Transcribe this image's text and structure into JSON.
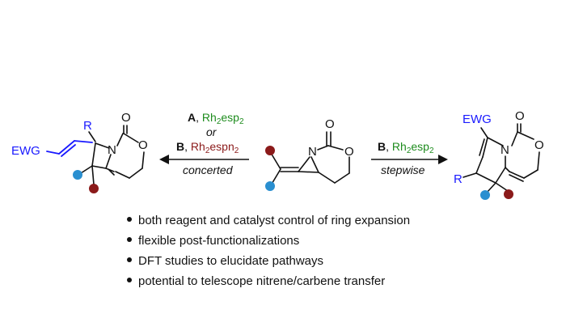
{
  "scheme": {
    "left_arrow": {
      "route_a_letter": "A",
      "route_a_catalyst_base": "Rh",
      "route_a_sub1": "2",
      "route_a_catalyst_mid": "esp",
      "route_a_sub2": "2",
      "or_label": "or",
      "route_b_letter": "B",
      "route_b_catalyst_base": "Rh",
      "route_b_sub1": "2",
      "route_b_catalyst_mid": "espn",
      "route_b_sub2": "2",
      "mode": "concerted"
    },
    "right_arrow": {
      "route_letter": "B",
      "catalyst_base": "Rh",
      "sub1": "2",
      "catalyst_mid": "esp",
      "sub2": "2",
      "mode": "stepwise"
    },
    "left_product": {
      "ewg": "EWG",
      "r": "R",
      "n": "N",
      "o_ring": "O",
      "o_carbonyl": "O"
    },
    "center_reactant": {
      "n": "N",
      "o_ring": "O",
      "o_carbonyl": "O"
    },
    "right_product": {
      "ewg": "EWG",
      "r": "R",
      "n": "N",
      "o_ring": "O",
      "o_carbonyl": "O"
    },
    "colors": {
      "route_a": "#1e8c1e",
      "route_b": "#8b1a1a",
      "ewg": "#1a1aff",
      "dot_blue": "#2a8fd0",
      "dot_red": "#8b1a1a"
    }
  },
  "bullets": [
    "both reagent and catalyst control of ring expansion",
    "flexible post-functionalizations",
    "DFT studies to elucidate pathways",
    "potential to telescope nitrene/carbene transfer"
  ]
}
